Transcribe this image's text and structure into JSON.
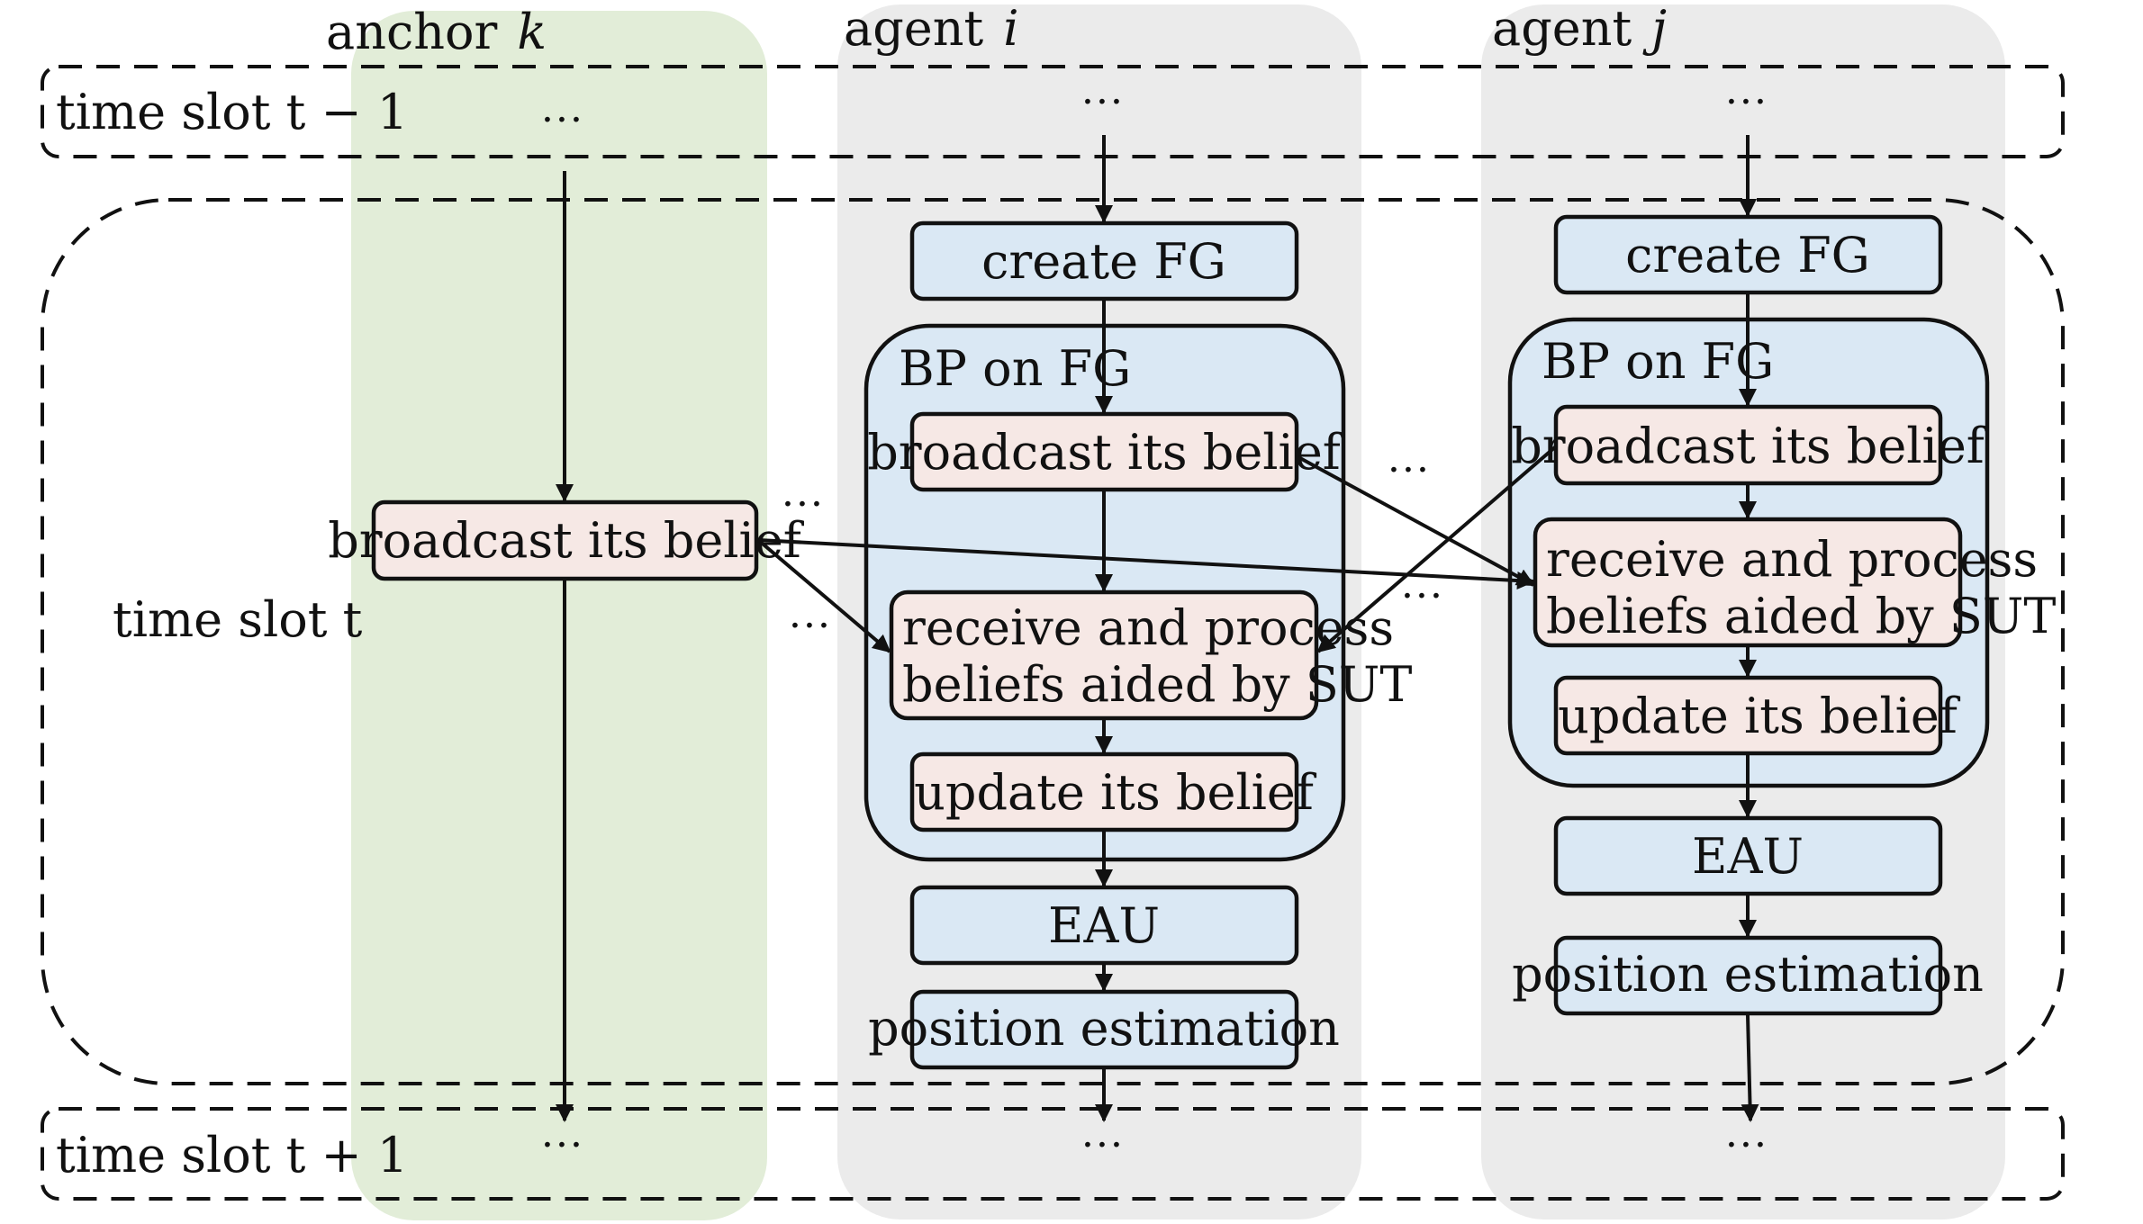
{
  "lanes": {
    "anchor": {
      "label": "anchor",
      "var": "k"
    },
    "agent_i": {
      "label": "agent",
      "var": "i"
    },
    "agent_j": {
      "label": "agent",
      "var": "j"
    }
  },
  "slots": {
    "prev": "time slot t − 1",
    "curr": "time slot t",
    "next": "time slot t + 1"
  },
  "ellipsis": "···",
  "nodes": {
    "create_fg": "create FG",
    "bp_on_fg": "BP on FG",
    "broadcast": "broadcast its belief",
    "receive_1": "receive and process",
    "receive_2": "beliefs aided by SUT",
    "update": "update its belief",
    "eau": "EAU",
    "position": "position estimation"
  },
  "colors": {
    "anchor_lane": "#e2edd8",
    "agent_lane": "#ebebeb",
    "blue_box": "#dae8f4",
    "pink_box": "#f6e8e5"
  }
}
